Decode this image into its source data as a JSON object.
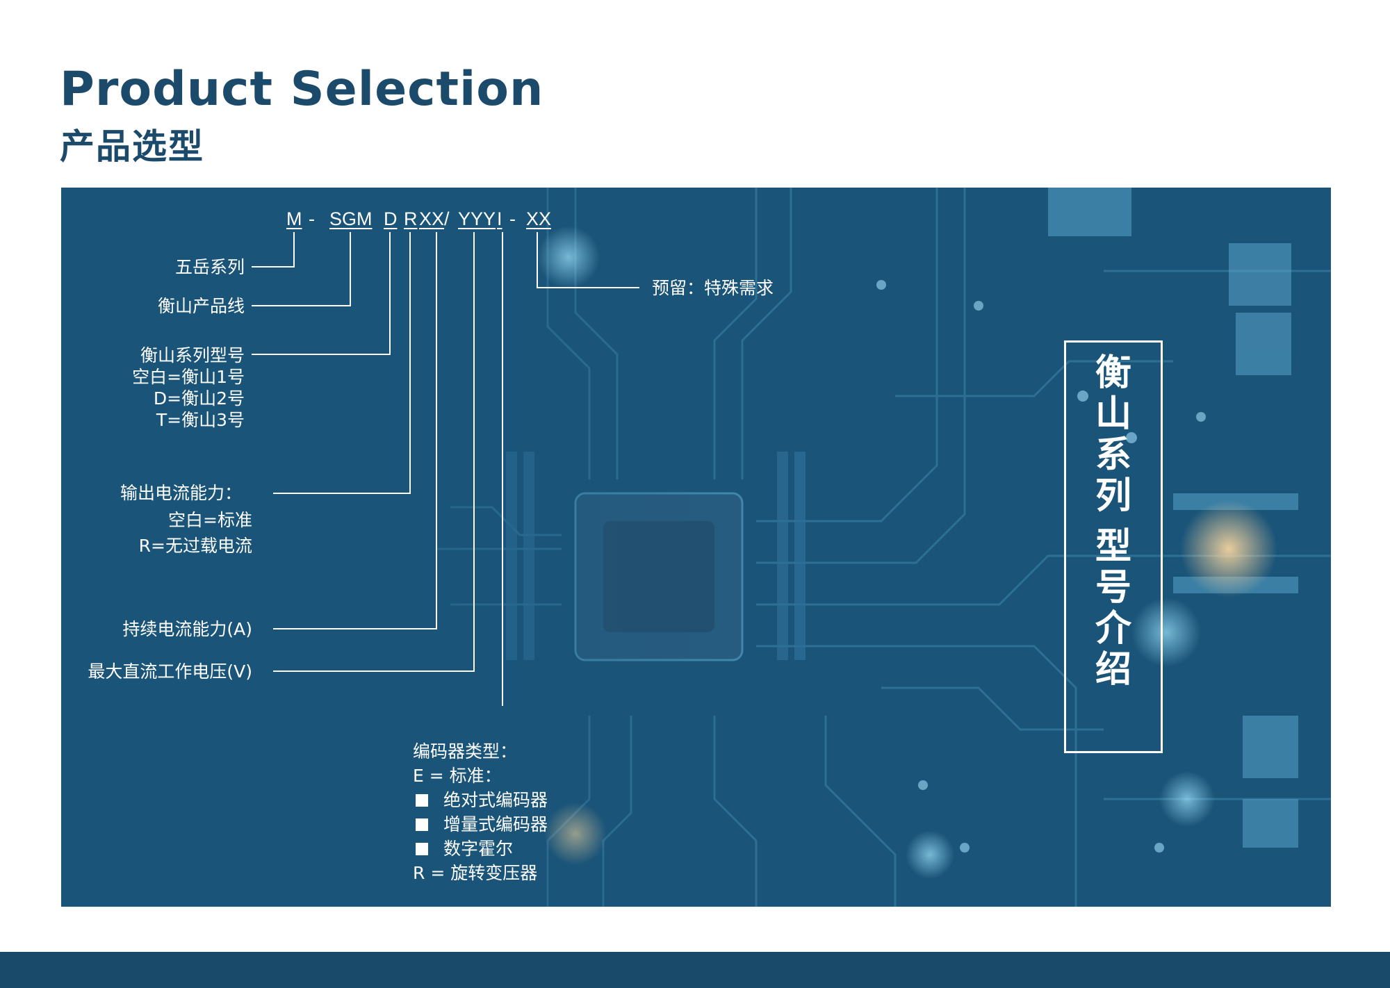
{
  "header": {
    "title_en": "Product Selection",
    "title_cn": "产品选型"
  },
  "code": {
    "parts": [
      "M",
      "-",
      "SGM",
      "D",
      "R",
      "XX",
      "/",
      "YYY",
      "I",
      "-",
      "XX"
    ]
  },
  "labels": {
    "series": "五岳系列",
    "product_line": "衡山产品线",
    "model_title": "衡山系列型号",
    "model_blank": "空白=衡山1号",
    "model_d": "D=衡山2号",
    "model_t": "T=衡山3号",
    "output_title": "输出电流能力：",
    "output_blank": "空白=标准",
    "output_r": "R=无过载电流",
    "continuous": "持续电流能力(A)",
    "max_voltage": "最大直流工作电压(V)",
    "reserved": "预留：特殊需求",
    "encoder_title": "编码器类型：",
    "encoder_e": "E = 标准：",
    "encoder_abs": "绝对式编码器",
    "encoder_inc": "增量式编码器",
    "encoder_hall": "数字霍尔",
    "encoder_r": "R = 旋转变压器"
  },
  "vertical_title": "衡山系列 型号介绍",
  "colors": {
    "brand": "#1b4a6b",
    "panel": "#1a5478",
    "footer": "#1a4a6a"
  }
}
